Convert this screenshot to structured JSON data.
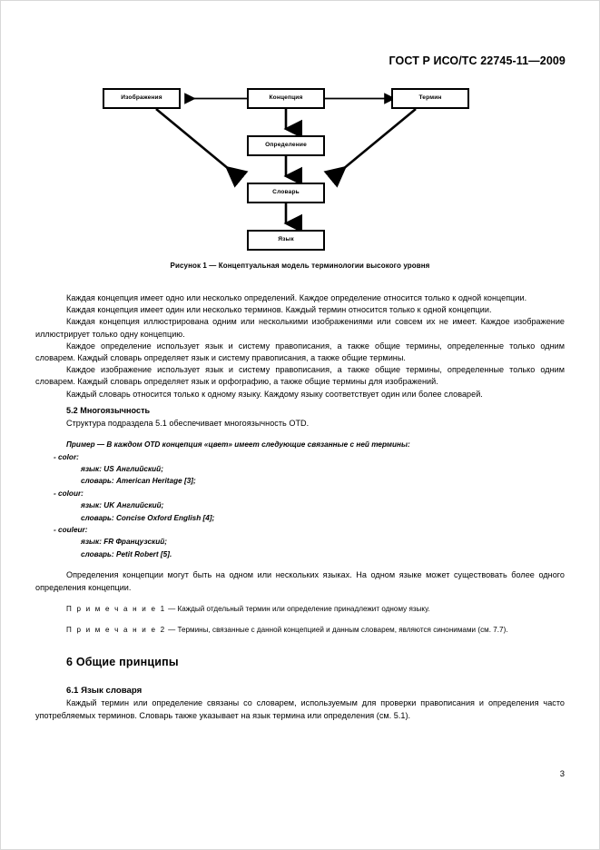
{
  "header": {
    "standard_id": "ГОСТ Р ИСО/ТС 22745-11—2009"
  },
  "figure": {
    "caption": "Рисунок 1 — Концептуальная модель терминологии высокого уровня",
    "nodes": [
      {
        "id": "image",
        "label": "Изображения"
      },
      {
        "id": "concept",
        "label": "Концепция"
      },
      {
        "id": "term",
        "label": "Термин"
      },
      {
        "id": "definition",
        "label": "Определение"
      },
      {
        "id": "dictionary",
        "label": "Словарь"
      },
      {
        "id": "language",
        "label": "Язык"
      }
    ],
    "edges": [
      {
        "from": "concept",
        "to": "image",
        "type": "horizontal-left"
      },
      {
        "from": "concept",
        "to": "term",
        "type": "horizontal-right"
      },
      {
        "from": "concept",
        "to": "definition",
        "type": "vertical"
      },
      {
        "from": "definition",
        "to": "dictionary",
        "type": "vertical"
      },
      {
        "from": "dictionary",
        "to": "language",
        "type": "vertical"
      },
      {
        "from": "image",
        "to": "dictionary",
        "type": "diagonal"
      },
      {
        "from": "term",
        "to": "dictionary",
        "type": "diagonal"
      }
    ]
  },
  "body": {
    "p1": "Каждая концепция имеет одно или несколько определений. Каждое определение относится только к одной концепции.",
    "p2": "Каждая концепция имеет один или несколько терминов. Каждый термин относится только к одной концепции.",
    "p3": "Каждая концепция иллюстрирована одним или несколькими изображениями или совсем их не имеет. Каждое изображение иллюстрирует только одну концепцию.",
    "p4": "Каждое определение использует язык и систему правописания, а также общие термины, определенные только одним словарем. Каждый  словарь определяет язык и систему правописания, а также общие термины.",
    "p5": "Каждое изображение использует язык и систему правописания, а также общие термины, определенные только одним словарем. Каждый словарь определяет язык и орфографию, а также общие термины для изображений.",
    "p6": "Каждый словарь относится только к одному языку. Каждому языку соответствует один или более словарей.",
    "h_5_2": "5.2  Многоязычность",
    "p7": "Структура подраздела 5.1 обеспечивает многоязычность OTD.",
    "example": {
      "lead": "Пример —  В каждом OTD концепция «цвет» имеет следующие связанные с ней термины:",
      "items": [
        {
          "term": "- color:",
          "language": "язык:  US Английский;",
          "dictionary": "словарь:  American Heritage [3];"
        },
        {
          "term": "- colour:",
          "language": "язык:  UK Английский;",
          "dictionary": "словарь:  Concise Oxford English [4];"
        },
        {
          "term": "- couleur:",
          "language": "язык:  FR Французский;",
          "dictionary": "словарь:  Petit Robert [5]."
        }
      ]
    },
    "p8": "Определения концепции могут быть на одном или нескольких языках. На одном языке может существовать более одного  определения концепции.",
    "note1_label": "П р и м е ч а н и е  1",
    "note1_text": " — Каждый отдельный термин или определение принадлежит одному языку.",
    "note2_label": "П р и м е ч а н и е  2",
    "note2_text": " — Термины, связанные с данной концепцией и данным словарем, являются синонимами (см. 7.7).",
    "h_6": "6  Общие принципы",
    "h_6_1": "6.1   Язык словаря",
    "p9": "Каждый термин или определение связаны со словарем, используемым для проверки правописания и определения часто употребляемых терминов. Словарь также указывает на язык термина или определения (см. 5.1)."
  },
  "footer": {
    "page_number": "3"
  }
}
